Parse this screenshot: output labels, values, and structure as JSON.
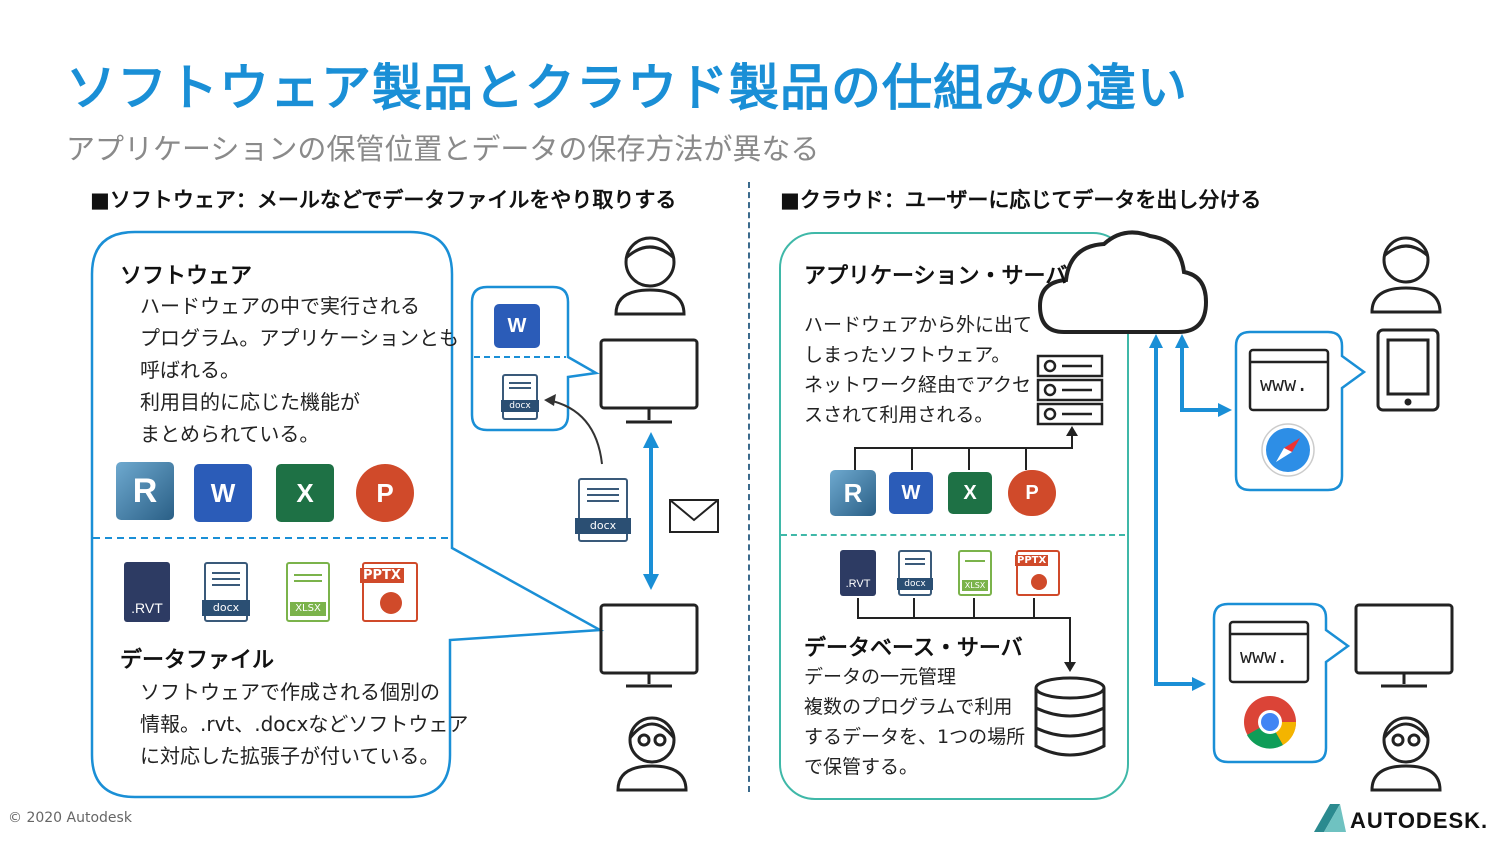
{
  "title": "ソフトウェア製品とクラウド製品の仕組みの違い",
  "subtitle": "アプリケーションの保管位置とデータの保存方法が異なる",
  "left": {
    "heading": "■ソフトウェア：メールなどでデータファイルをやり取りする",
    "software": {
      "title": "ソフトウェア",
      "lines": [
        "ハードウェアの中で実行される",
        "プログラム。アプリケーションとも",
        "呼ばれる。",
        "利用目的に応じた機能が",
        "まとめられている。"
      ]
    },
    "app_icons": [
      "R",
      "W",
      "X",
      "P"
    ],
    "file_labels": [
      ".RVT",
      "docx",
      "XLSX",
      "PPTX"
    ],
    "datafile": {
      "title": "データファイル",
      "lines": [
        "ソフトウェアで作成される個別の",
        "情報。.rvt、.docxなどソフトウェア",
        "に対応した拡張子が付いている。"
      ]
    },
    "mini_word": "W",
    "mini_doc": "docx",
    "transfer_doc": "docx"
  },
  "right": {
    "heading": "■クラウド：ユーザーに応じてデータを出し分ける",
    "app_server": {
      "title": "アプリケーション・サーバ",
      "lines": [
        "ハードウェアから外に出て",
        "しまったソフトウェア。",
        "ネットワーク経由でアクセ",
        "スされて利用される。"
      ]
    },
    "app_icons": [
      "R",
      "W",
      "X",
      "P"
    ],
    "file_labels": [
      ".RVT",
      "docx",
      "XLSX",
      "PPTX"
    ],
    "db_server": {
      "title": "データベース・サーバ",
      "lines": [
        "データの一元管理",
        "複数のプログラムで利用",
        "するデータを、1つの場所",
        "で保管する。"
      ]
    },
    "browser_text_1": "www.",
    "browser_text_2": "www."
  },
  "footer": {
    "copyright": "© 2020 Autodesk",
    "logo": "AUTODESK."
  },
  "colors": {
    "title": "#1a8fd6",
    "blue_border": "#1a8fd6",
    "teal_border": "#3fb8a8",
    "revit": "#2a5f86",
    "word": "#2b5cb8",
    "excel": "#1e7145",
    "powerpoint": "#d04a2a"
  }
}
